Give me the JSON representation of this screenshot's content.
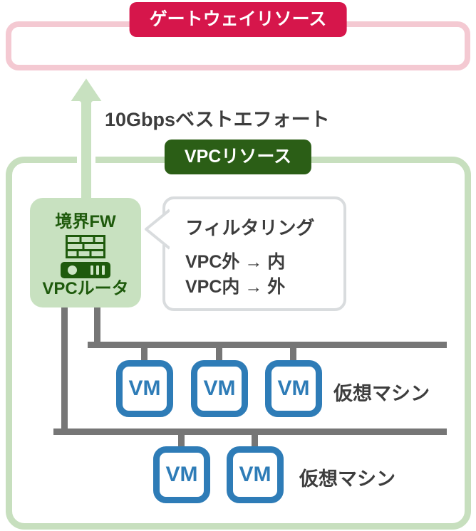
{
  "colors": {
    "gateway_accent": "#d6164b",
    "gateway_border": "#f4c9d2",
    "vpc_accent": "#2b5e16",
    "vpc_border": "#c7dfbe",
    "firewall_fill": "#c8e1c0",
    "icon_green": "#1e5a0c",
    "line_gray": "#767676",
    "vm_blue": "#2e7cb7",
    "text_dark": "#3d3d3d"
  },
  "gateway": {
    "badge_label": "ゲートウェイリソース"
  },
  "uplink": {
    "label": "10Gbpsベストエフォート"
  },
  "vpc": {
    "badge_label": "VPCリソース",
    "firewall": {
      "name": "境界FW",
      "router_name": "VPCルータ"
    },
    "callout": {
      "title": "フィルタリング",
      "rules": [
        "VPC外 → 内",
        "VPC内 → 外"
      ]
    },
    "vm_groups": [
      {
        "label": "仮想マシン",
        "vms": [
          "VM",
          "VM",
          "VM"
        ]
      },
      {
        "label": "仮想マシン",
        "vms": [
          "VM",
          "VM"
        ]
      }
    ]
  }
}
